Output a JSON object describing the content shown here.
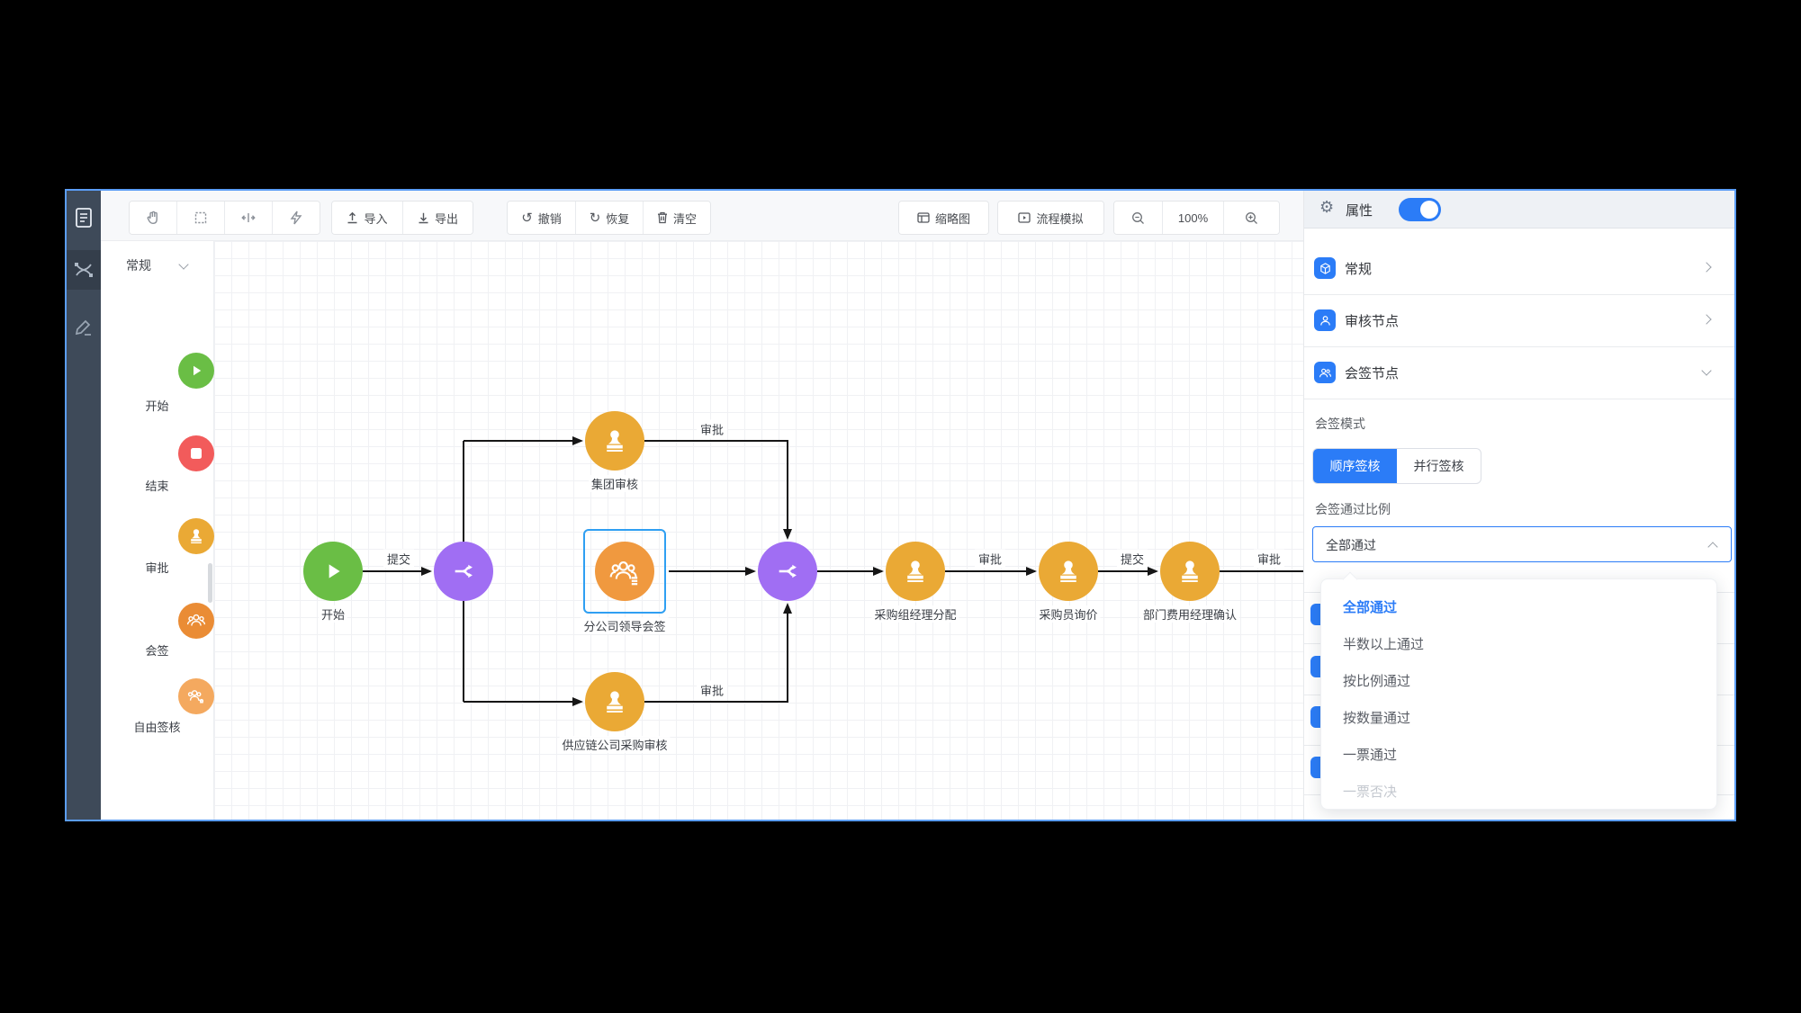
{
  "colors": {
    "accent_blue": "#2b7cf7",
    "selection_blue": "#2f9ff2",
    "app_border": "#5b9df6",
    "node_green": "#6abe45",
    "node_red": "#f25b5b",
    "node_amber": "#eaa935",
    "node_orange": "#f0993f",
    "node_light_orange": "#f4a95f",
    "node_purple": "#a06ef3",
    "rail_bg": "#3e4a59"
  },
  "rail": {
    "icons": [
      "form-icon",
      "flow-components-icon",
      "pencil-icon"
    ]
  },
  "toolbar": {
    "icon_buttons": [
      "pan-icon",
      "marquee-select-icon",
      "fit-view-icon",
      "beautify-icon"
    ],
    "import_label": "导入",
    "export_label": "导出",
    "undo_label": "撤销",
    "redo_label": "恢复",
    "clear_label": "清空",
    "undo_glyph": "↺",
    "redo_glyph": "↻",
    "minimap_label": "缩略图",
    "simulate_label": "流程模拟",
    "zoom_level": "100%"
  },
  "palette": {
    "category_label": "常规",
    "items": [
      {
        "label": "开始",
        "icon": "play-icon"
      },
      {
        "label": "结束",
        "icon": "stop-icon"
      },
      {
        "label": "审批",
        "icon": "stamp-icon"
      },
      {
        "label": "会签",
        "icon": "people-icon"
      },
      {
        "label": "自由签核",
        "icon": "free-sign-icon"
      }
    ]
  },
  "canvas": {
    "nodes": [
      {
        "label": "开始",
        "type": "start"
      },
      {
        "label": "集团审核",
        "type": "approve"
      },
      {
        "label": "分公司领导会签",
        "type": "countersign",
        "selected": true
      },
      {
        "label": "供应链公司采购审核",
        "type": "approve"
      },
      {
        "label": "采购组经理分配",
        "type": "approve"
      },
      {
        "label": "采购员询价",
        "type": "approve"
      },
      {
        "label": "部门费用经理确认",
        "type": "approve"
      }
    ],
    "edge_labels": [
      "提交",
      "审批",
      "审批",
      "审批",
      "提交",
      "审批"
    ]
  },
  "panel": {
    "title": "属性",
    "toggle_on": true,
    "sections": [
      {
        "label": "常规",
        "state": "collapsed"
      },
      {
        "label": "审核节点",
        "state": "collapsed"
      },
      {
        "label": "会签节点",
        "state": "expanded"
      }
    ],
    "sign_mode_label": "会签模式",
    "sign_mode_options": [
      "顺序签核",
      "并行签核"
    ],
    "sign_mode_selected": "顺序签核",
    "pass_ratio_label": "会签通过比例",
    "pass_ratio_value": "全部通过",
    "dropdown_options": [
      {
        "label": "全部通过",
        "state": "selected"
      },
      {
        "label": "半数以上通过",
        "state": "normal"
      },
      {
        "label": "按比例通过",
        "state": "normal"
      },
      {
        "label": "按数量通过",
        "state": "normal"
      },
      {
        "label": "一票通过",
        "state": "normal"
      },
      {
        "label": "一票否决",
        "state": "disabled"
      }
    ]
  }
}
